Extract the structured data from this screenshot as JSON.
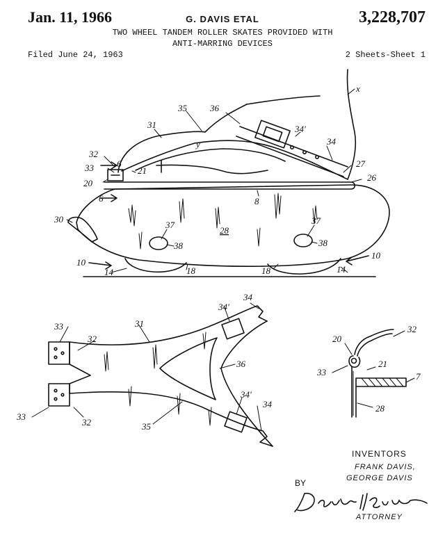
{
  "header": {
    "date": "Jan. 11, 1966",
    "inventor": "G. DAVIS ETAL",
    "patent_number": "3,228,707",
    "title_line1": "TWO WHEEL TANDEM ROLLER SKATES PROVIDED WITH",
    "title_line2": "ANTI-MARRING DEVICES",
    "filed": "Filed June 24, 1963",
    "sheets": "2 Sheets-Sheet 1"
  },
  "fig1_refs": {
    "r_x": "x",
    "r35": "35",
    "r36": "36",
    "r31": "31",
    "r34p": "34'",
    "r34": "34",
    "r32": "32",
    "r_y": "y",
    "r27": "27",
    "r33": "33",
    "r21": "21",
    "r26": "26",
    "r20": "20",
    "r6a": "6",
    "r6b": "6",
    "r8": "8",
    "r30": "30",
    "r37a": "37",
    "r37b": "37",
    "r28": "28",
    "r38a": "38",
    "r38b": "38",
    "r10a": "10",
    "r10b": "10",
    "r14a": "14",
    "r14b": "14",
    "r18a": "18",
    "r18b": "18"
  },
  "fig2_refs": {
    "r34a": "34",
    "r34pa": "34'",
    "r33a": "33",
    "r31": "31",
    "r32a": "32",
    "r36": "36",
    "r33b": "33",
    "r32b": "32",
    "r35": "35",
    "r34pb": "34'",
    "r34b": "34"
  },
  "fig3_refs": {
    "r20": "20",
    "r32": "32",
    "r33": "33",
    "r21": "21",
    "r7": "7",
    "r28": "28"
  },
  "inventors": {
    "label": "INVENTORS",
    "name1": "FRANK DAVIS,",
    "name2": "GEORGE DAVIS",
    "by": "BY",
    "attorney": "ATTORNEY"
  },
  "colors": {
    "ink": "#111111",
    "paper": "#ffffff"
  }
}
